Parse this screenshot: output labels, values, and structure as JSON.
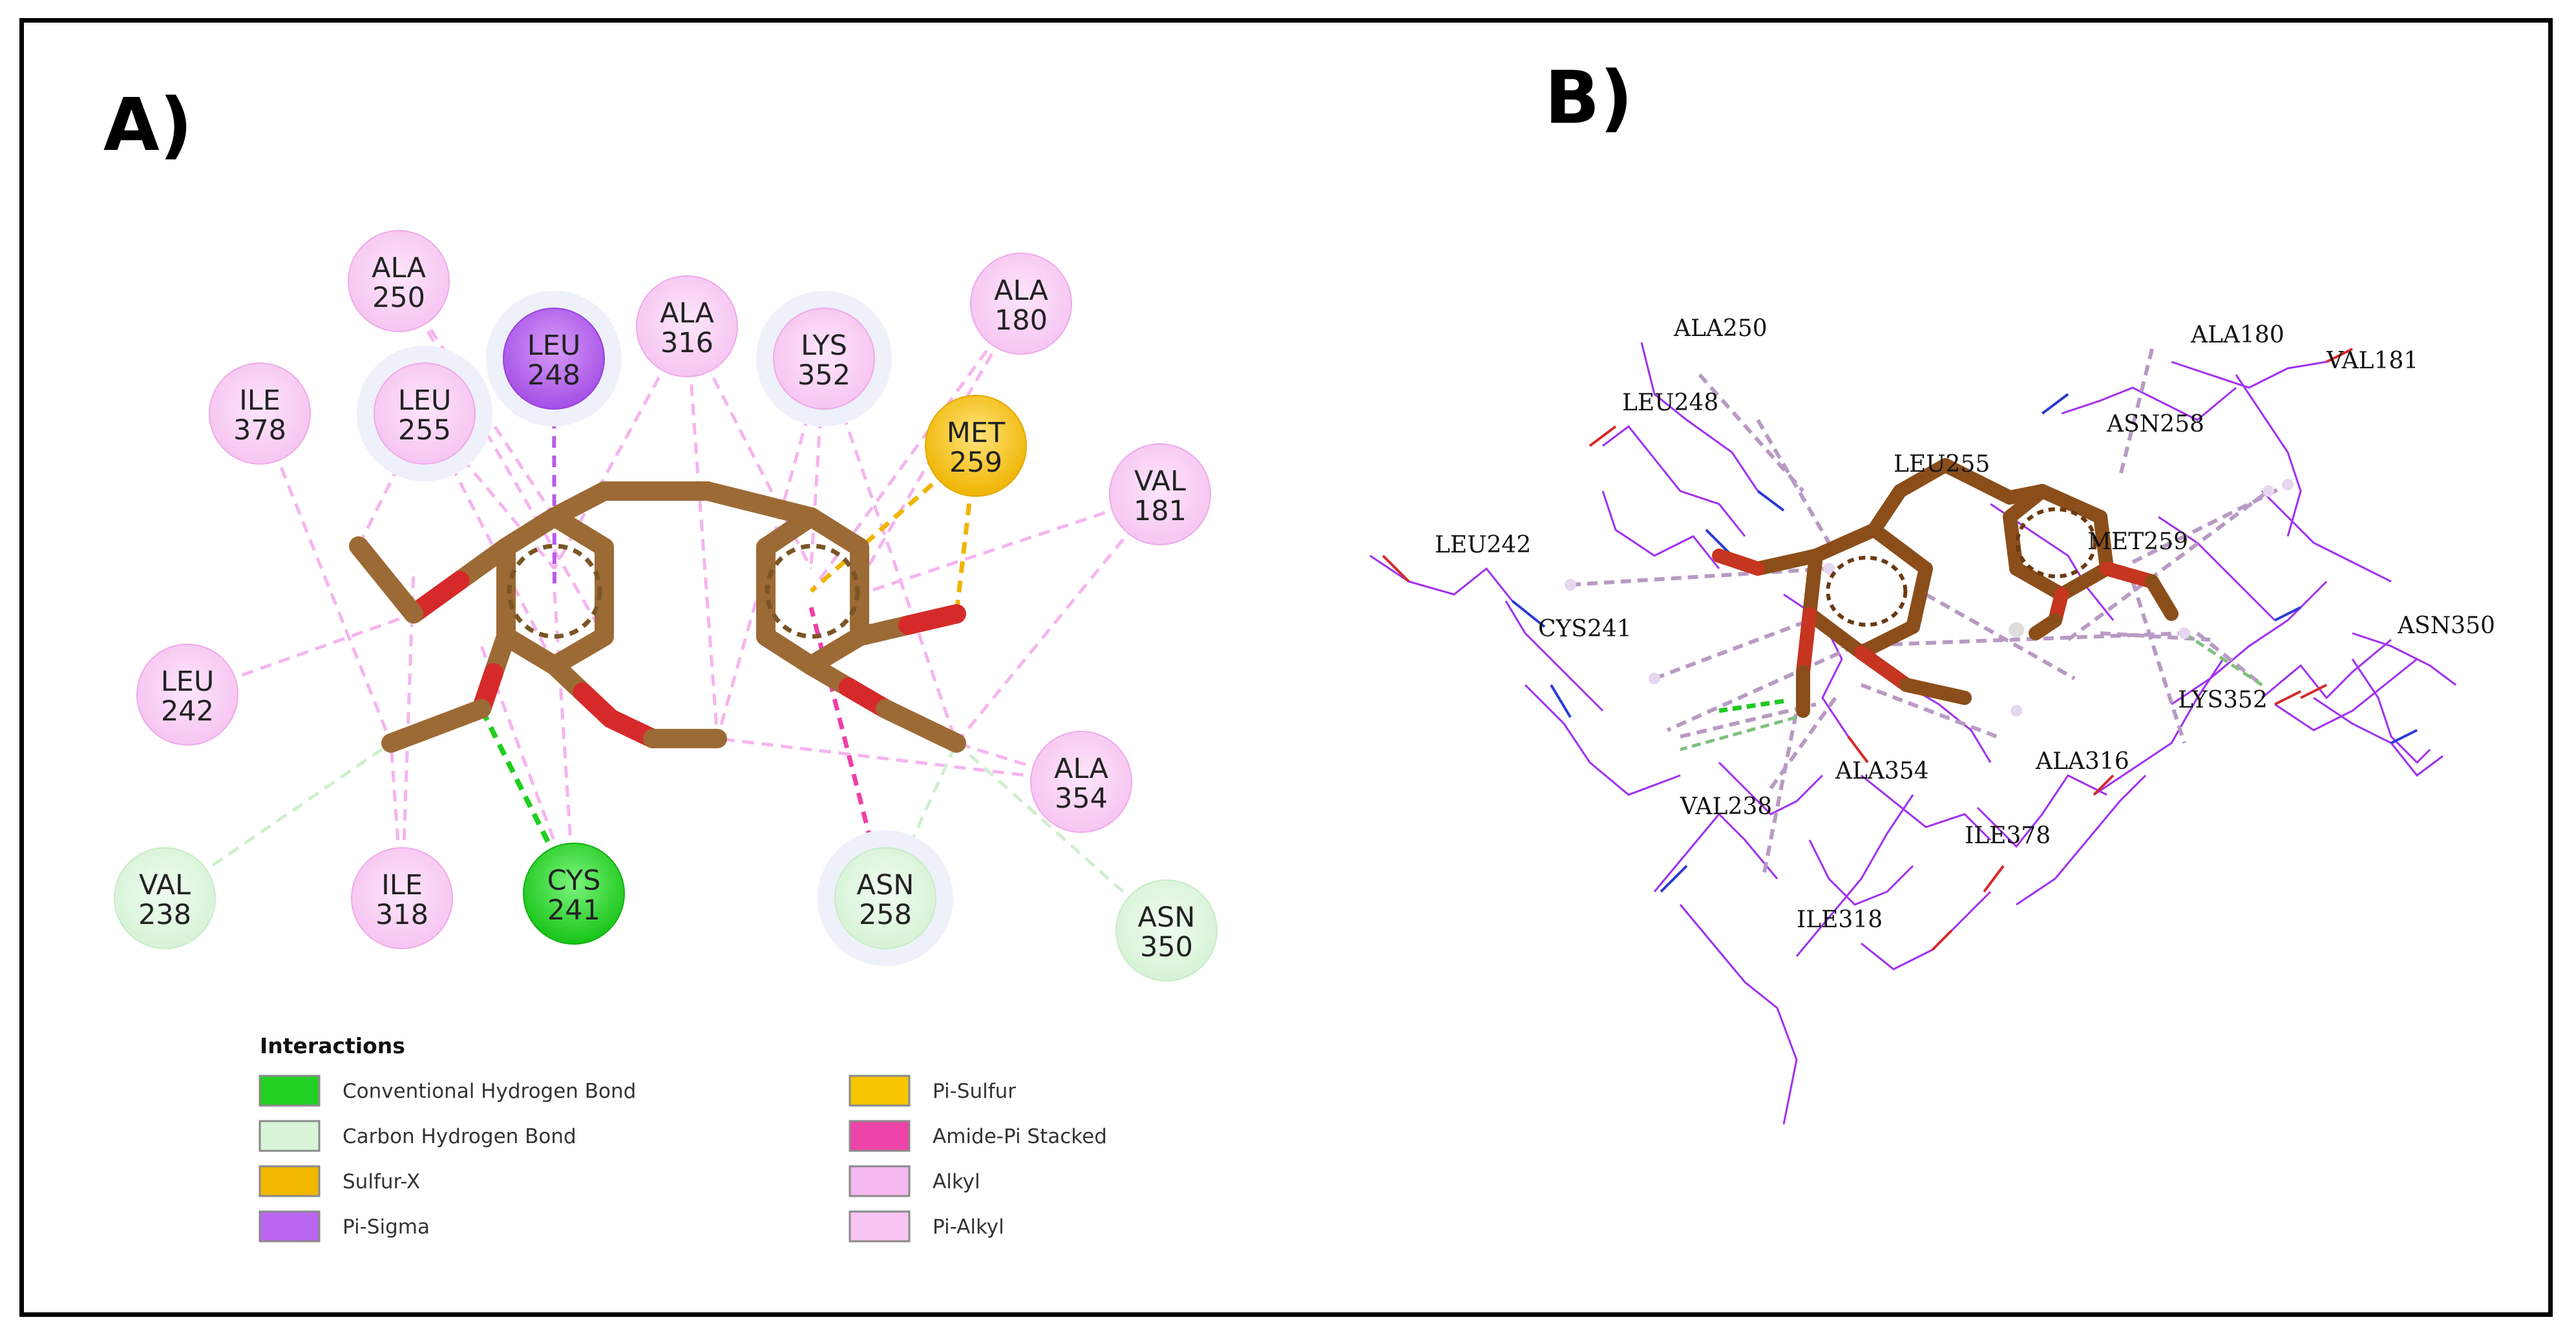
{
  "panels": {
    "a_label": "A)",
    "b_label": "B)"
  },
  "colors": {
    "ligand": "#9c6a35",
    "oxygen": "#d62a2a",
    "conventional_h_bond": "#22d022",
    "carbon_h_bond": "#d8f5d8",
    "sulfur_x": "#f2b800",
    "pi_sigma": "#bb66f0",
    "pi_sulfur": "#f7c600",
    "amide_pi": "#ee44aa",
    "alkyl": "#f5b8f0",
    "pi_alkyl": "#f9c6f4",
    "protein_3d": "#a030f0"
  },
  "residues_2d": [
    {
      "name": "ALA",
      "num": "250",
      "type": "alkyl"
    },
    {
      "name": "ILE",
      "num": "378",
      "type": "alkyl"
    },
    {
      "name": "LEU",
      "num": "255",
      "type": "alkyl"
    },
    {
      "name": "LEU",
      "num": "248",
      "type": "pi_sigma"
    },
    {
      "name": "ALA",
      "num": "316",
      "type": "alkyl"
    },
    {
      "name": "LYS",
      "num": "352",
      "type": "alkyl"
    },
    {
      "name": "ALA",
      "num": "180",
      "type": "alkyl"
    },
    {
      "name": "MET",
      "num": "259",
      "type": "sulfur"
    },
    {
      "name": "VAL",
      "num": "181",
      "type": "alkyl"
    },
    {
      "name": "LEU",
      "num": "242",
      "type": "alkyl"
    },
    {
      "name": "ALA",
      "num": "354",
      "type": "alkyl"
    },
    {
      "name": "VAL",
      "num": "238",
      "type": "carbon_h"
    },
    {
      "name": "ILE",
      "num": "318",
      "type": "alkyl"
    },
    {
      "name": "CYS",
      "num": "241",
      "type": "conventional_h"
    },
    {
      "name": "ASN",
      "num": "258",
      "type": "carbon_h"
    },
    {
      "name": "ASN",
      "num": "350",
      "type": "carbon_h"
    }
  ],
  "legend": {
    "title": "Interactions",
    "items": [
      {
        "label": "Conventional Hydrogen Bond",
        "color": "#22d022"
      },
      {
        "label": "Carbon Hydrogen Bond",
        "color": "#d8f5d8"
      },
      {
        "label": "Sulfur-X",
        "color": "#f2b800"
      },
      {
        "label": "Pi-Sigma",
        "color": "#bb66f0"
      },
      {
        "label": "Pi-Sulfur",
        "color": "#f7c600"
      },
      {
        "label": "Amide-Pi Stacked",
        "color": "#ee44aa"
      },
      {
        "label": "Alkyl",
        "color": "#f5b8f0"
      },
      {
        "label": "Pi-Alkyl",
        "color": "#f9c6f4"
      }
    ]
  },
  "residues_3d": [
    "ALA250",
    "LEU248",
    "LEU255",
    "ASN258",
    "ALA180",
    "VAL181",
    "LEU242",
    "CYS241",
    "MET259",
    "ASN350",
    "LYS352",
    "VAL238",
    "ALA354",
    "ALA316",
    "ILE378",
    "ILE318"
  ]
}
